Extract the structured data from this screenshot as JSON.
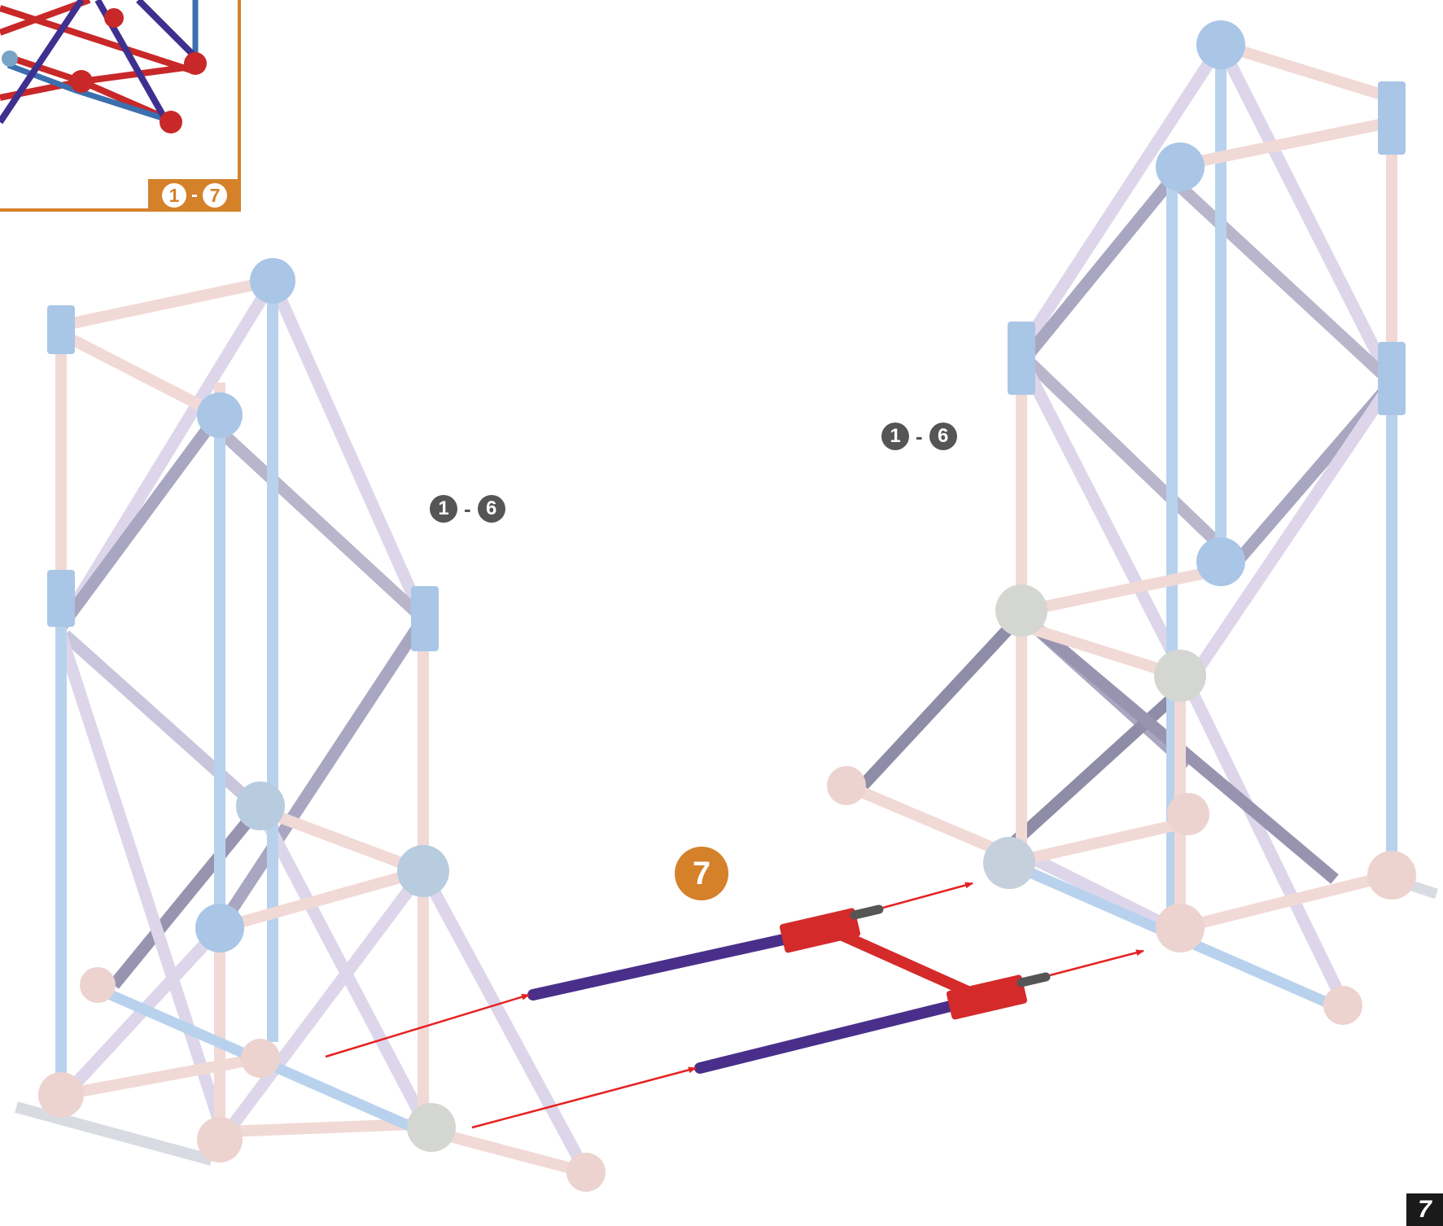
{
  "inset": {
    "range_start": "1",
    "range_dash": "-",
    "range_end": "7",
    "accent_color": "#d4812a"
  },
  "left_tower": {
    "range_start": "1",
    "range_dash": "-",
    "range_end": "6"
  },
  "right_tower": {
    "range_start": "1",
    "range_dash": "-",
    "range_end": "6"
  },
  "step": {
    "number": "7",
    "color": "#d4812a"
  },
  "page": {
    "number": "7"
  },
  "colors": {
    "rod_pink": "#f1d9d6",
    "rod_blue": "#b8d2ee",
    "rod_lavender": "#ddd6ea",
    "rod_grey_violet": "#a8a6c0",
    "connector_blue": "#a9c6e6",
    "connector_pink": "#ecd3cf",
    "connector_grey": "#d4d6d2",
    "new_rod_purple": "#4a2f8a",
    "new_connector_red": "#d42a2a",
    "arrow_red": "#e52222"
  }
}
